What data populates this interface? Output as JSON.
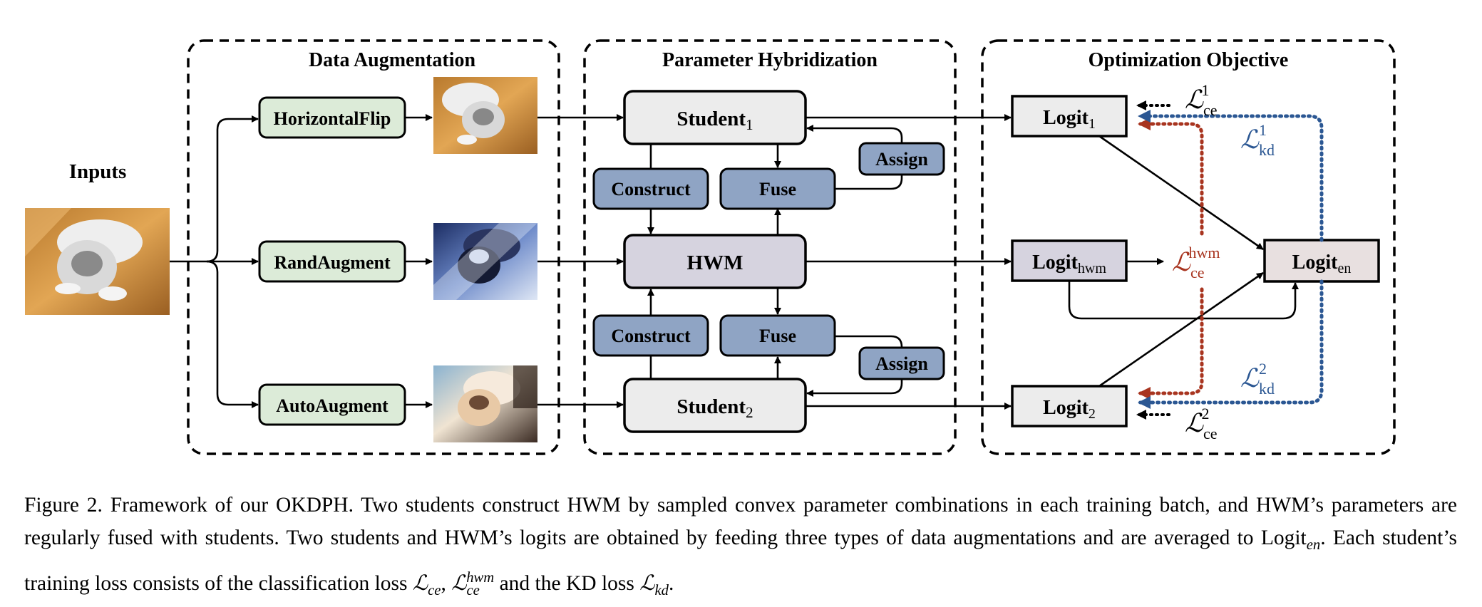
{
  "sections": {
    "data_aug": "Data Augmentation",
    "param_hyb": "Parameter Hybridization",
    "opt_obj": "Optimization Objective"
  },
  "inputs_label": "Inputs",
  "augmentations": {
    "hflip": "HorizontalFlip",
    "randaug": "RandAugment",
    "autoaug": "AutoAugment"
  },
  "models": {
    "student_base": "Student",
    "student1_sub": "1",
    "student2_sub": "2",
    "hwm": "HWM",
    "construct": "Construct",
    "fuse": "Fuse",
    "assign": "Assign"
  },
  "logits": {
    "base": "Logit",
    "sub1": "1",
    "sub_hwm": "hwm",
    "sub2": "2",
    "sub_en": "en"
  },
  "losses": {
    "L": "ℒ",
    "ce": "ce",
    "kd": "kd",
    "sup1": "1",
    "sup2": "2",
    "sup_hwm": "hwm"
  },
  "colors": {
    "aug_box": "#dcebd8",
    "student_box": "#ececec",
    "op_box": "#8fa4c4",
    "hwm_box": "#d6d3df",
    "ensemble_box": "#e8e0e0",
    "ce_loss": "#a8341f",
    "kd_loss": "#2b5793"
  },
  "caption": {
    "part1": "Figure 2. Framework of our OKDPH. Two students construct HWM by sampled convex parameter combinations in each training batch, and HWM’s parameters are regularly fused with students. Two students and HWM’s logits are obtained by feeding three types of data augmentations and are averaged to Logit",
    "sub_en": "en",
    "part2": ". Each student’s training loss consists of the classification loss ",
    "loss_ce": "ℒ",
    "loss_ce_sub": "ce",
    "comma": ", ",
    "loss_hwm": "ℒ",
    "loss_hwm_sub": "ce",
    "loss_hwm_sup": "hwm",
    "part3": " and the KD loss ",
    "loss_kd": "ℒ",
    "loss_kd_sub": "kd",
    "end": "."
  }
}
